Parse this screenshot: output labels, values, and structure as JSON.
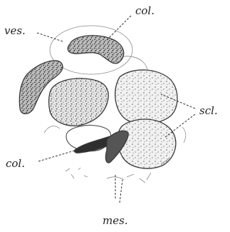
{
  "labels": {
    "col_top": "col.",
    "ves": "ves.",
    "scl": "scl.",
    "col_bottom": "col.",
    "mes": "mes."
  }
}
